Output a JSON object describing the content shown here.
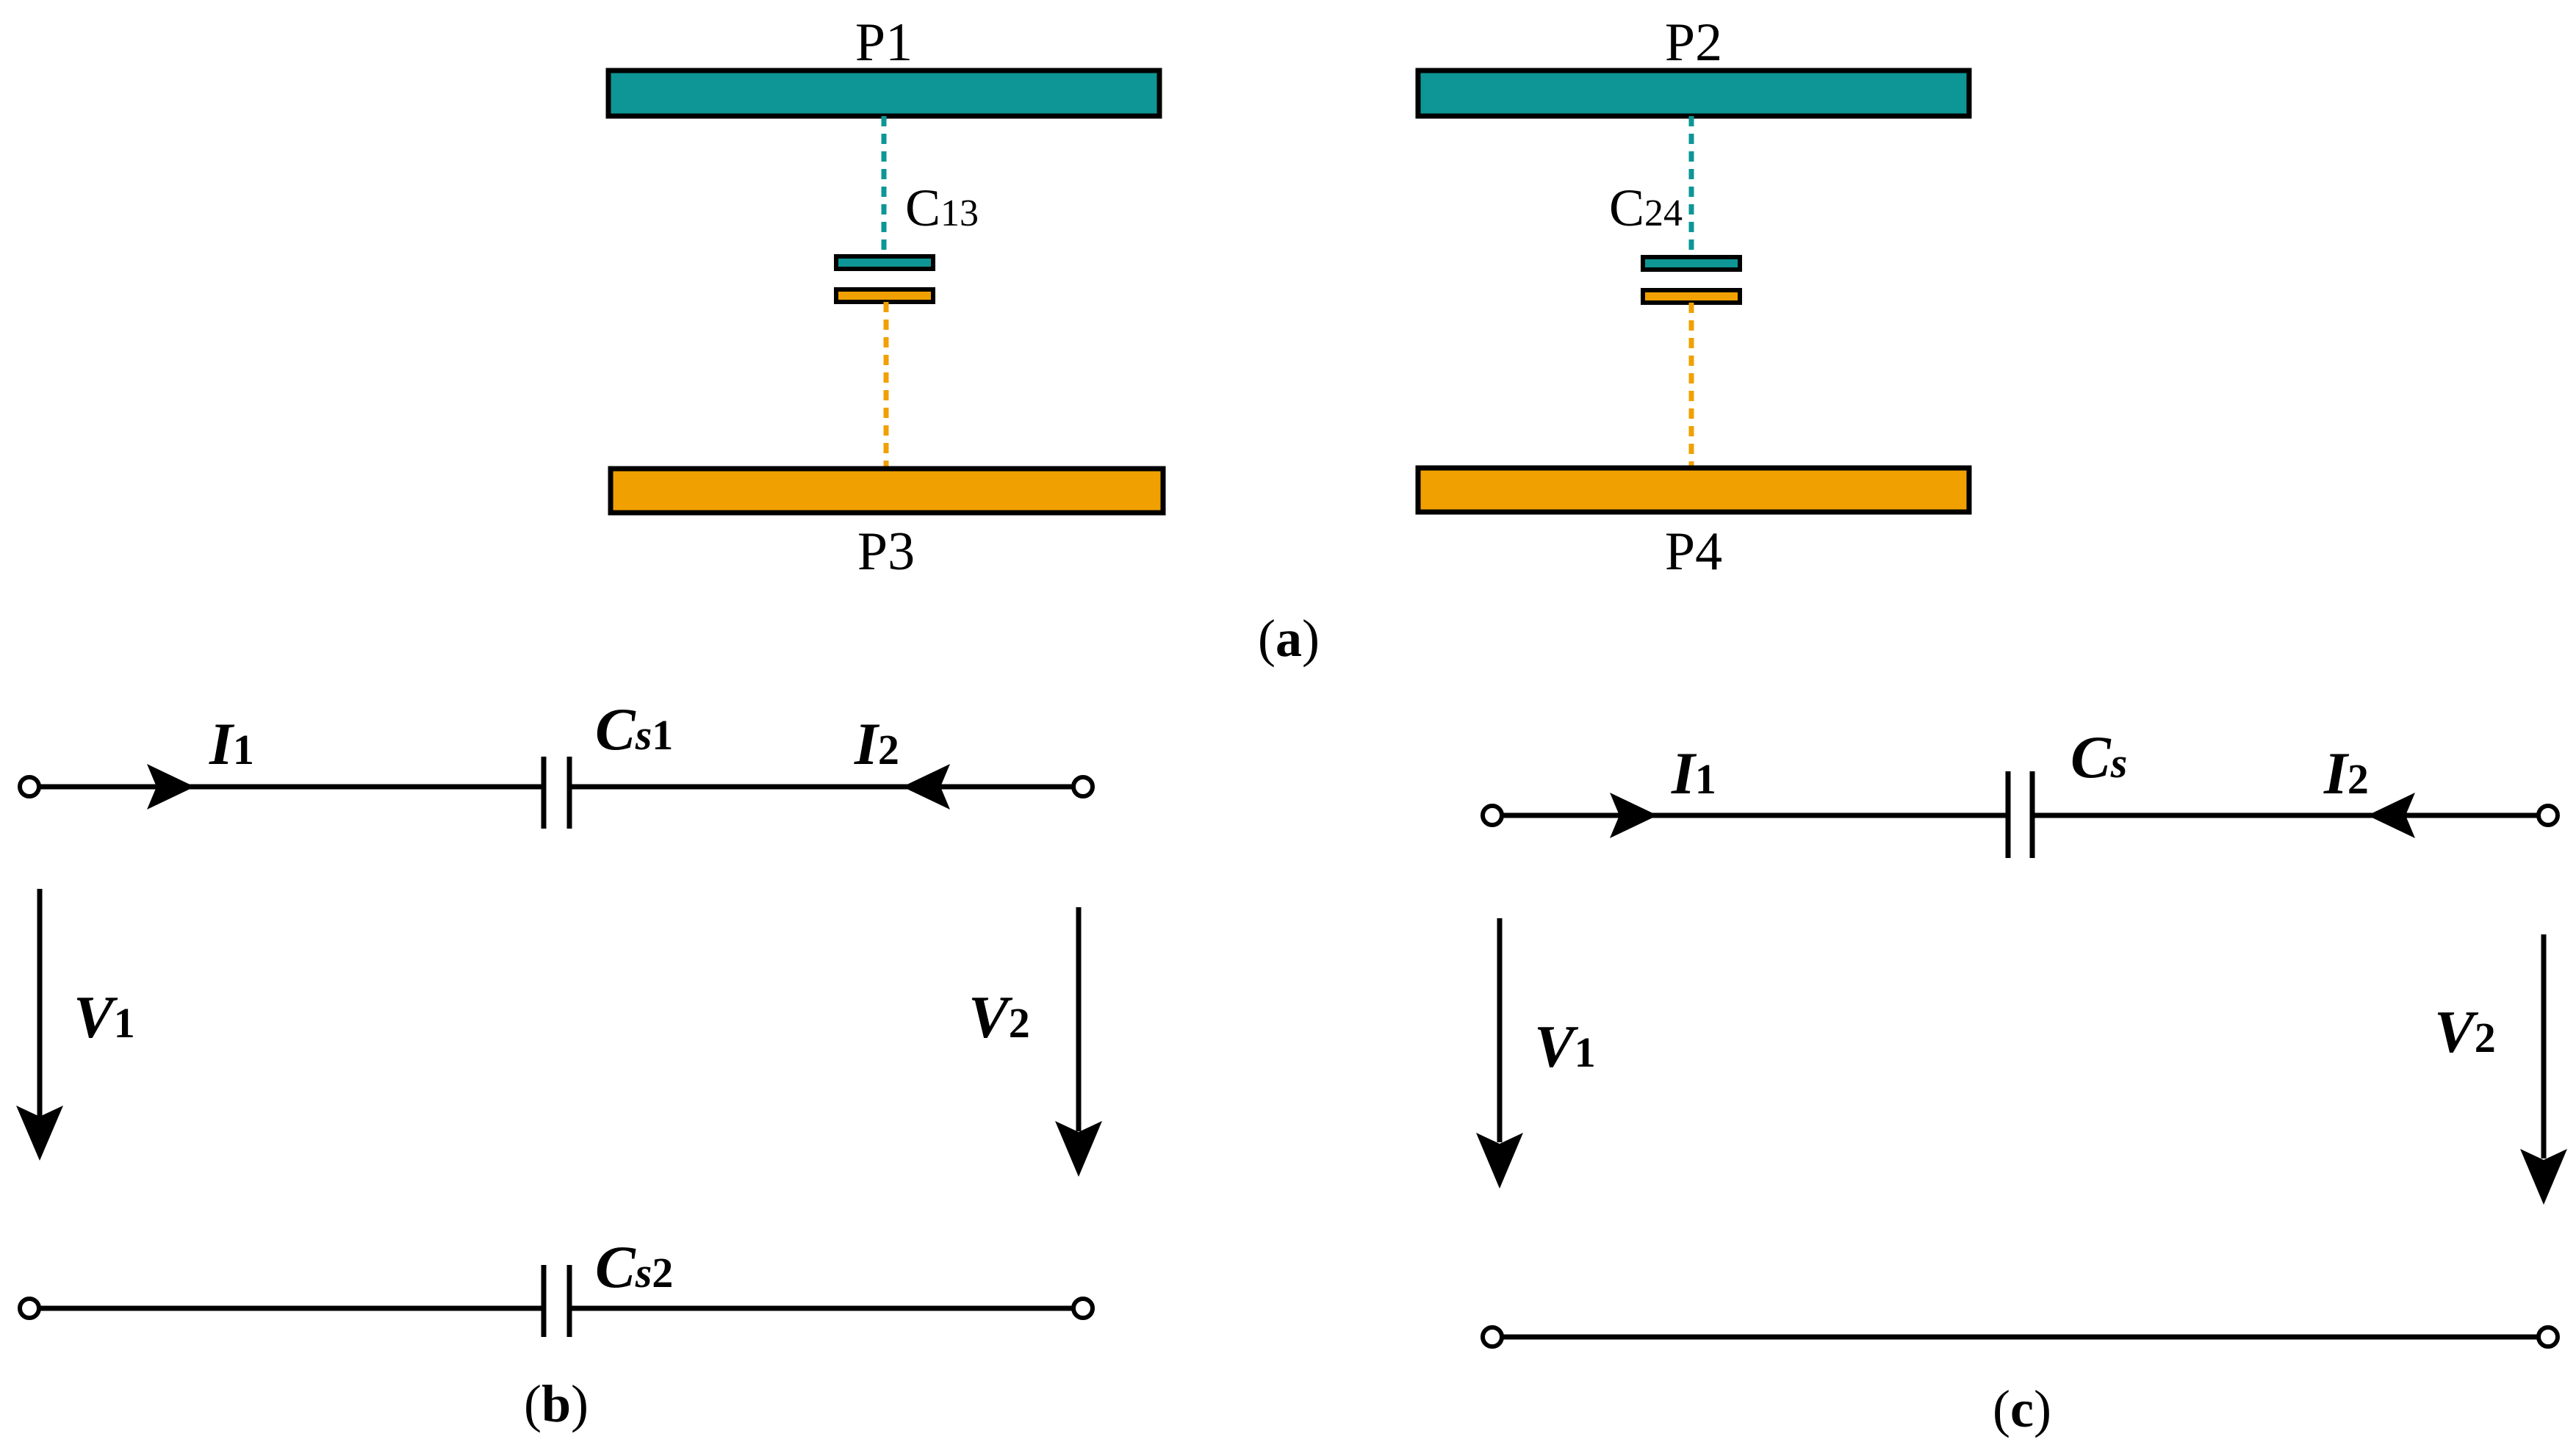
{
  "colors": {
    "teal": "#0e9696",
    "orange": "#f0a000",
    "stroke": "#000000"
  },
  "panel_a": {
    "plates": {
      "p1": "P1",
      "p2": "P2",
      "p3": "P3",
      "p4": "P4"
    },
    "cap_left": {
      "main": "C",
      "sub": "13"
    },
    "cap_right": {
      "main": "C",
      "sub": "24"
    },
    "label": {
      "open": "(",
      "letter": "a",
      "close": ")"
    }
  },
  "panel_b": {
    "i1": {
      "main": "I",
      "sub": "1"
    },
    "i2": {
      "main": "I",
      "sub": "2"
    },
    "v1": {
      "main": "V",
      "sub": "1"
    },
    "v2": {
      "main": "V",
      "sub": "2"
    },
    "cs1": {
      "main": "C",
      "sub_i": "s",
      "sub_n": "1"
    },
    "cs2": {
      "main": "C",
      "sub_i": "s",
      "sub_n": "2"
    },
    "label": {
      "open": "(",
      "letter": "b",
      "close": ")"
    }
  },
  "panel_c": {
    "i1": {
      "main": "I",
      "sub": "1"
    },
    "i2": {
      "main": "I",
      "sub": "2"
    },
    "v1": {
      "main": "V",
      "sub": "1"
    },
    "v2": {
      "main": "V",
      "sub": "2"
    },
    "cs": {
      "main": "C",
      "sub_i": "s"
    },
    "label": {
      "open": "(",
      "letter": "c",
      "close": ")"
    }
  }
}
